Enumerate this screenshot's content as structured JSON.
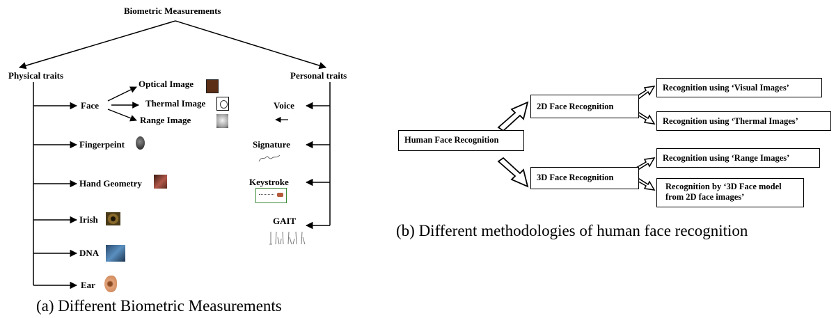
{
  "panel_a": {
    "title": "Biometric Measurements",
    "physical": {
      "heading": "Physical traits",
      "items": [
        "Face",
        "Fingerpeint",
        "Hand Geometry",
        "Irish",
        "DNA",
        "Ear"
      ],
      "face_images": [
        "Optical Image",
        "Thermal Image",
        "Range Image"
      ]
    },
    "personal": {
      "heading": "Personal traits",
      "items": [
        "Voice",
        "Signature",
        "Keystroke",
        "GAIT"
      ]
    },
    "caption": "(a) Different Biometric Measurements"
  },
  "panel_b": {
    "root": "Human Face Recognition",
    "branch_2d": "2D Face Recognition",
    "branch_3d": "3D Face Recognition",
    "leaf_visual": "Recognition using ‘Visual Images’",
    "leaf_thermal": "Recognition using ‘Thermal Images’",
    "leaf_range": "Recognition using ‘Range Images’",
    "leaf_3dmodel": "Recognition by ‘3D Face model from 2D face images’",
    "caption": "(b) Different methodologies of human face recognition"
  }
}
